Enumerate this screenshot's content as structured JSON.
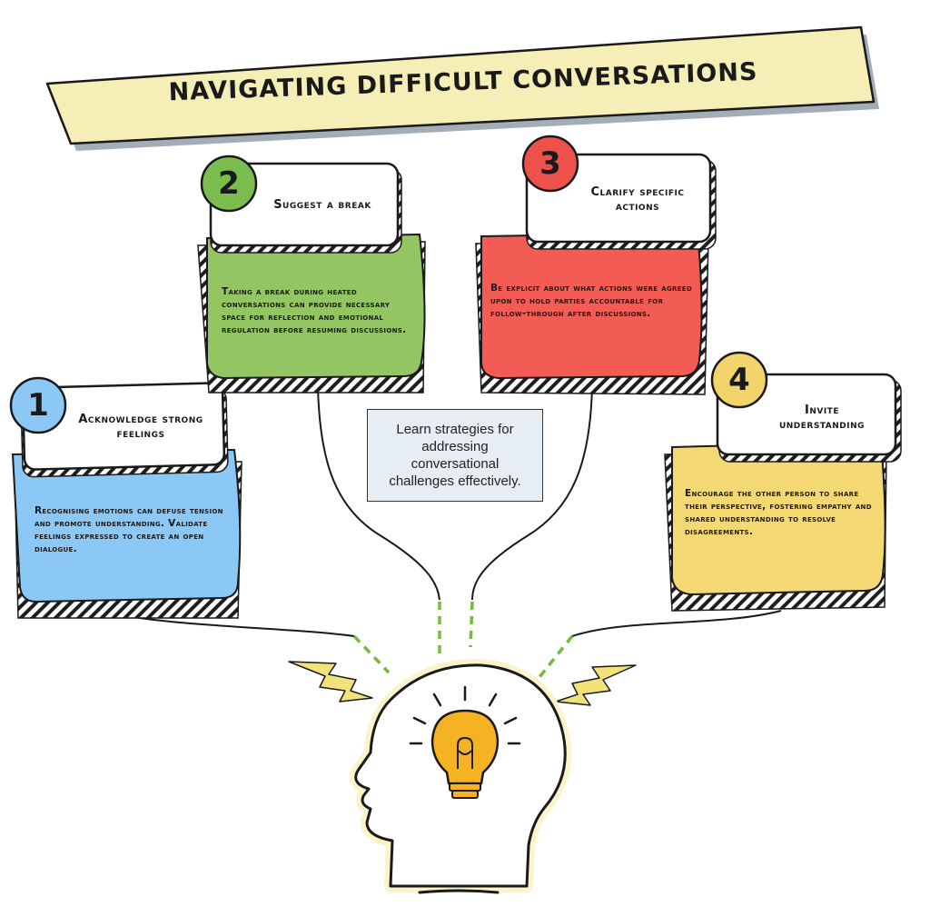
{
  "title": "Navigating Difficult Conversations",
  "center_note": "Learn strategies for addressing conversational challenges effectively.",
  "steps": [
    {
      "number": "1",
      "heading": "Acknowledge strong feelings",
      "body": "Recognising emotions can defuse tension and promote understanding. Validate feelings expressed to create an open dialogue.",
      "color": "#8cc8f5",
      "badge_color": "#8cc8f5"
    },
    {
      "number": "2",
      "heading": "Suggest a break",
      "body": "Taking a break during heated conversations can provide necessary space for reflection and emotional regulation before resuming discussions.",
      "color": "#93c562",
      "badge_color": "#7bbd4e"
    },
    {
      "number": "3",
      "heading": "Clarify specific actions",
      "body": "Be explicit about what actions were agreed upon to hold parties accountable for follow-through after discussions.",
      "color": "#f25c54",
      "badge_color": "#ee5149"
    },
    {
      "number": "4",
      "heading": "Invite understanding",
      "body": "Encourage the other person to share their perspective, fostering empathy and shared understanding to resolve disagreements.",
      "color": "#f3d874",
      "badge_color": "#f2d46a"
    }
  ],
  "colors": {
    "banner": "#f5eeb6",
    "banner_shadow": "#a3adb8",
    "accent_green_dash": "#78b83c",
    "bulb": "#f5b324",
    "lightning": "#f2e27a",
    "head_glow": "#fbf3c9",
    "note_bg": "#e6edf3"
  },
  "icons": [
    "head-silhouette-icon",
    "light-bulb-icon",
    "lightning-bolt-icon"
  ]
}
